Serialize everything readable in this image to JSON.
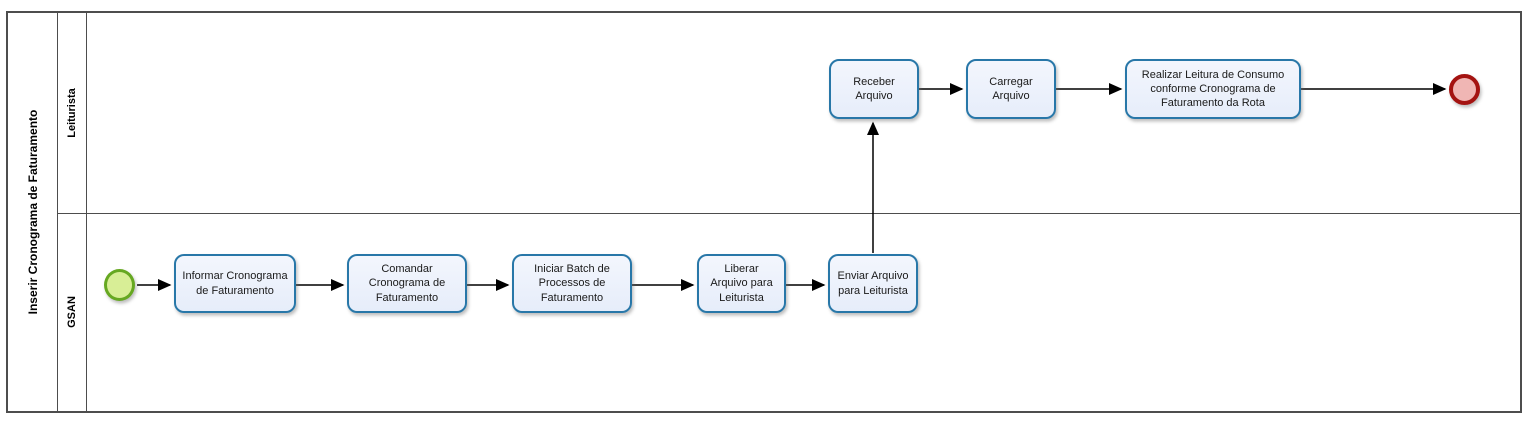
{
  "diagram": {
    "kind": "BPMN swimlane process diagram",
    "title": "Inserir Cronograma de Faturamento"
  },
  "pool": {
    "title": "Inserir Cronograma de Faturamento",
    "lanes": {
      "leiturista": {
        "label": "Leiturista",
        "tasks": [
          {
            "label": "Receber Arquivo"
          },
          {
            "label": "Carregar Arquivo"
          },
          {
            "label": "Realizar Leitura de Consumo conforme Cronograma de Faturamento da Rota"
          }
        ]
      },
      "gsan": {
        "label": "GSAN",
        "tasks": [
          {
            "label": "Informar Cronograma de Faturamento"
          },
          {
            "label": "Comandar Cronograma de Faturamento"
          },
          {
            "label": "Iniciar Batch de Processos de Faturamento"
          },
          {
            "label": "Liberar Arquivo para Leiturista"
          },
          {
            "label": "Enviar Arquivo para Leiturista"
          }
        ]
      }
    }
  },
  "events": {
    "start": {
      "shape": "circle",
      "lane": "GSAN",
      "fill": "#d8ee96",
      "border": "#66a821"
    },
    "end": {
      "shape": "circle",
      "lane": "Leiturista",
      "fill": "#f0b6b4",
      "border": "#a41311"
    }
  },
  "flow": {
    "gsan_sequence": [
      "start",
      "Informar Cronograma de Faturamento",
      "Comandar Cronograma de Faturamento",
      "Iniciar Batch de Processos de Faturamento",
      "Liberar Arquivo para Leiturista",
      "Enviar Arquivo para Leiturista"
    ],
    "cross_lane_flow": "Enviar Arquivo para Leiturista -> Receber Arquivo",
    "leiturista_sequence": [
      "Receber Arquivo",
      "Carregar Arquivo",
      "Realizar Leitura de Consumo conforme Cronograma de Faturamento da Rota",
      "end"
    ]
  },
  "colors": {
    "task_fill": "#e9effb",
    "task_border": "#2877a8",
    "pool_border": "#4d4d4d",
    "start_fill": "#d8ee96",
    "start_border": "#66a821",
    "end_fill": "#f0b6b4",
    "end_border": "#a41311",
    "connector": "#000000"
  }
}
